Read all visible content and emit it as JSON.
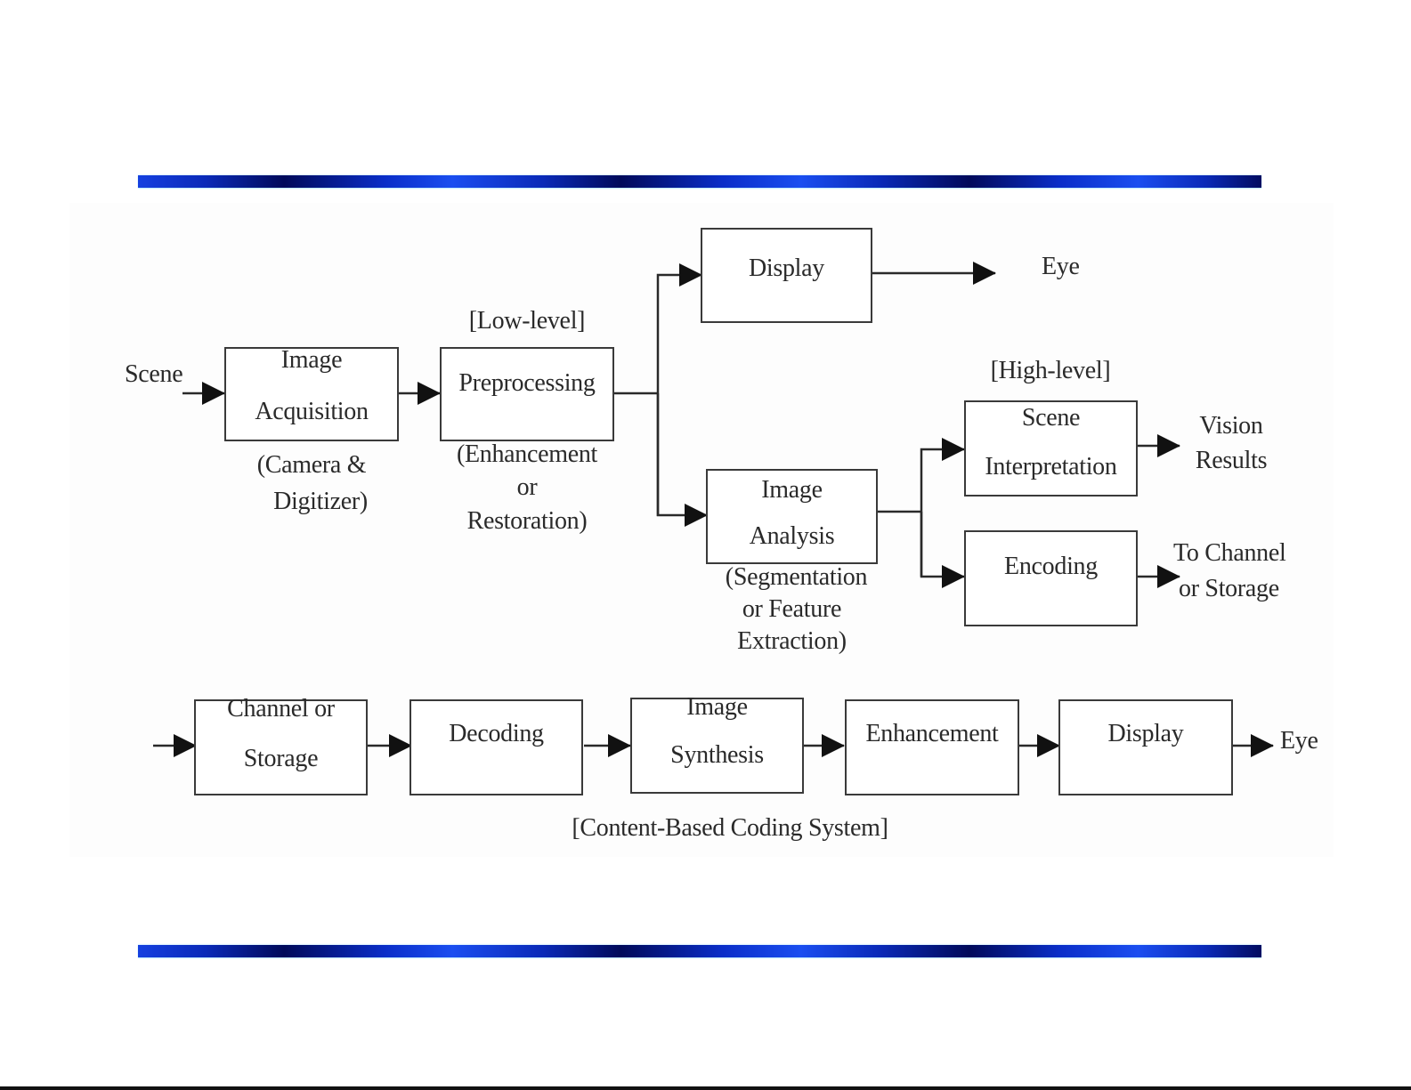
{
  "diagram": {
    "top_flow": {
      "input_label": "Scene",
      "acquisition": {
        "line1": "Image",
        "line2": "Acquisition",
        "note1": "(Camera &",
        "note2": "Digitizer)"
      },
      "preprocessing": {
        "tag": "[Low-level]",
        "label": "Preprocessing",
        "note1": "(Enhancement",
        "note2": "or",
        "note3": "Restoration)"
      },
      "display": {
        "label": "Display",
        "output": "Eye"
      },
      "analysis": {
        "line1": "Image",
        "line2": "Analysis",
        "note1": "(Segmentation",
        "note2": "or Feature",
        "note3": "Extraction)"
      },
      "interpretation": {
        "tag": "[High-level]",
        "line1": "Scene",
        "line2": "Interpretation",
        "output1": "Vision",
        "output2": "Results"
      },
      "encoding": {
        "label": "Encoding",
        "output1": "To Channel",
        "output2": "or Storage"
      }
    },
    "bottom_flow": {
      "channel": {
        "line1": "Channel or",
        "line2": "Storage"
      },
      "decoding": {
        "label": "Decoding"
      },
      "synthesis": {
        "line1": "Image",
        "line2": "Synthesis"
      },
      "enhancement": {
        "label": "Enhancement"
      },
      "display": {
        "label": "Display"
      },
      "output": "Eye",
      "caption": "[Content-Based Coding System]"
    }
  },
  "colors": {
    "bar_dark": "#010a5a",
    "bar_bright": "#1a4ef0",
    "line": "#2a2a2a"
  }
}
